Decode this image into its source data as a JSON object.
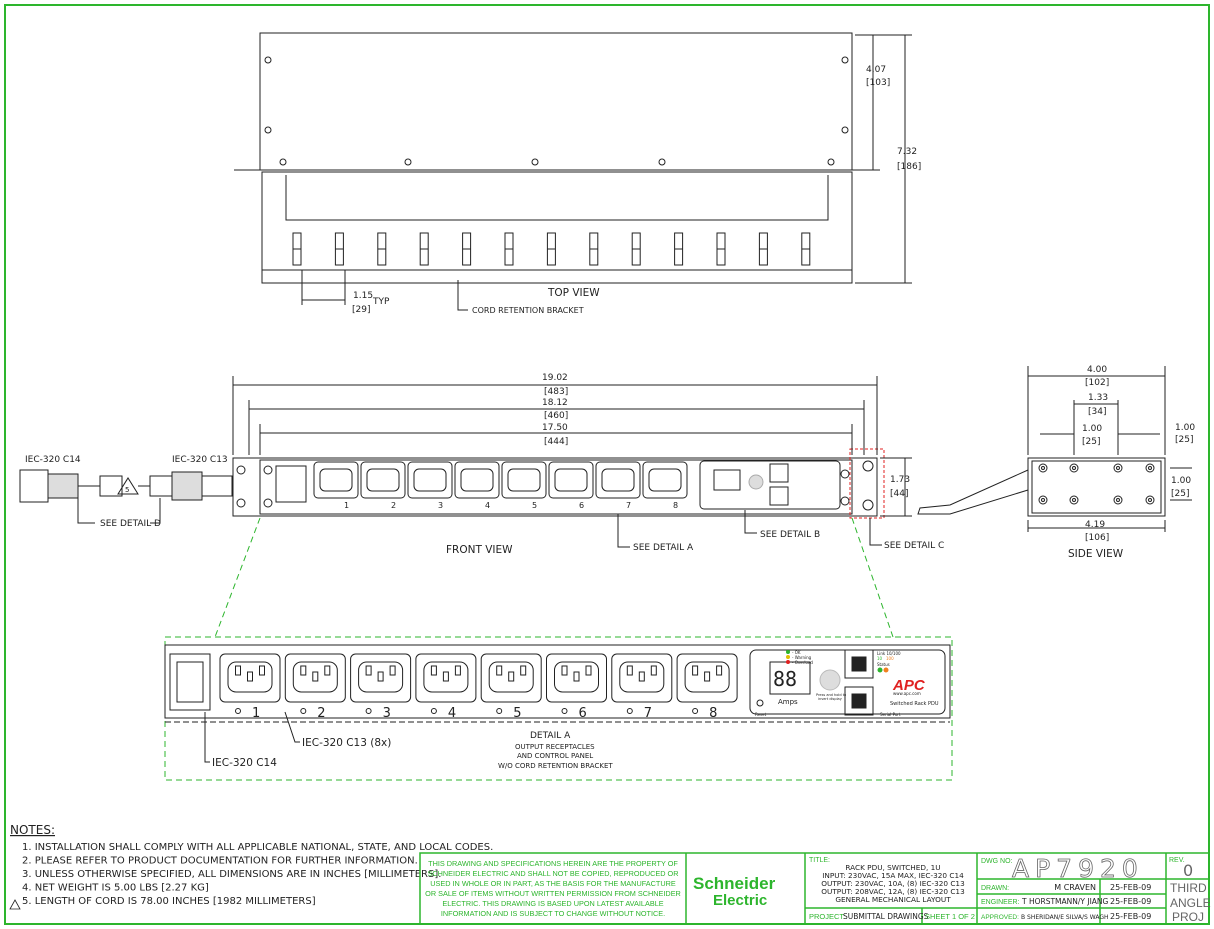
{
  "colors": {
    "border": "#2db52d",
    "detail_box": "#2db52d",
    "detail_c_box": "#e02020",
    "apc_red": "#e02020"
  },
  "top_view": {
    "label": "TOP VIEW",
    "dim_depth": "4.07",
    "dim_depth_mm": "[103]",
    "dim_total": "7.32",
    "dim_total_mm": "[186]",
    "dim_pitch": "1.15",
    "dim_pitch_typ": "TYP",
    "dim_pitch_mm": "[29]",
    "cord_bracket": "CORD RETENTION BRACKET"
  },
  "front_view": {
    "label": "FRONT VIEW",
    "dims": [
      {
        "v": "19.02",
        "mm": "[483]"
      },
      {
        "v": "18.12",
        "mm": "[460]"
      },
      {
        "v": "17.50",
        "mm": "[444]"
      }
    ],
    "height": "1.73",
    "height_mm": "[44]",
    "cord_c14": "IEC-320 C14",
    "cord_c13": "IEC-320 C13",
    "see_d": "SEE DETAIL D",
    "see_a": "SEE DETAIL A",
    "see_b": "SEE DETAIL B",
    "see_c": "SEE DETAIL C",
    "outlets": [
      "1",
      "2",
      "3",
      "4",
      "5",
      "6",
      "7",
      "8"
    ]
  },
  "side_view": {
    "label": "SIDE VIEW",
    "w": "4.00",
    "w_mm": "[102]",
    "a": "1.33",
    "a_mm": "[34]",
    "b": "1.00",
    "b_mm": "[25]",
    "c": "1.00",
    "c_mm": "[25]",
    "d": "1.00",
    "d_mm": "[25]",
    "depth": "4.19",
    "depth_mm": "[106]"
  },
  "detail_a": {
    "title": "DETAIL A",
    "l1": "OUTPUT RECEPTACLES",
    "l2": "AND CONTROL PANEL",
    "l3": "W/O CORD RETENTION BRACKET",
    "c13": "IEC-320 C13 (8x)",
    "c14": "IEC-320 C14",
    "outlets": [
      "1",
      "2",
      "3",
      "4",
      "5",
      "6",
      "7",
      "8"
    ],
    "panel": {
      "ok": "- OK",
      "warning": "- Warning",
      "overload": "- Overload",
      "display": "88",
      "amps": "Amps",
      "press": "Press and hold to",
      "press2": "invert display",
      "reset": "Reset",
      "link": "Link 10/100",
      "link_10": "10",
      "link_100": "100",
      "status": "Status",
      "logo": "APC",
      "url": "www.apc.com",
      "product": "Switched Rack PDU",
      "serial": "Serial Port"
    }
  },
  "notes": {
    "title": "NOTES:",
    "items": [
      "1. INSTALLATION SHALL COMPLY WITH ALL APPLICABLE NATIONAL, STATE, AND LOCAL CODES.",
      "2. PLEASE REFER TO PRODUCT DOCUMENTATION FOR FURTHER INFORMATION.",
      "3. UNLESS OTHERWISE SPECIFIED, ALL DIMENSIONS ARE IN INCHES [MILLIMETERS].",
      "4. NET WEIGHT IS 5.00 LBS [2.27 KG]",
      "5. LENGTH OF CORD IS 78.00 INCHES [1982 MILLIMETERS]"
    ]
  },
  "title_block": {
    "disclaimer": [
      "THIS DRAWING AND SPECIFICATIONS HEREIN ARE THE PROPERTY OF",
      "SCHNEIDER ELECTRIC AND SHALL NOT BE COPIED, REPRODUCED OR",
      "USED IN WHOLE OR IN PART, AS THE BASIS FOR THE MANUFACTURE",
      "OR SALE OF ITEMS WITHOUT WRITTEN PERMISSION FROM SCHNEIDER",
      "ELECTRIC. THIS DRAWING IS BASED UPON LATEST AVAILABLE",
      "INFORMATION AND IS SUBJECT TO CHANGE WITHOUT NOTICE."
    ],
    "logo1": "Schneider",
    "logo2": "Electric",
    "title_label": "TITLE:",
    "title_lines": [
      "RACK PDU, SWITCHED, 1U",
      "INPUT: 230VAC, 15A MAX, IEC-320 C14",
      "OUTPUT: 230VAC, 10A, (8) IEC-320 C13",
      "OUTPUT: 208VAC, 12A, (8) IEC-320 C13",
      "GENERAL MECHANICAL LAYOUT"
    ],
    "project_label": "PROJECT:",
    "project": "SUBMITTAL DRAWINGS",
    "sheet": "SHEET 1 OF 2",
    "dwg_label": "DWG NO:",
    "dwg_no": "AP7920",
    "rev_label": "REV.",
    "rev": "0",
    "drawn_label": "DRAWN:",
    "drawn": "M CRAVEN",
    "drawn_date": "25-FEB-09",
    "engineer_label": "ENGINEER:",
    "engineer": "T HORSTMANN/Y JIANG",
    "engineer_date": "25-FEB-09",
    "approved_label": "APPROVED:",
    "approved": "B SHERIDAN/E SILVA/S WAGH",
    "approved_date": "25-FEB-09",
    "proj1": "THIRD",
    "proj2": "ANGLE",
    "proj3": "PROJ"
  }
}
